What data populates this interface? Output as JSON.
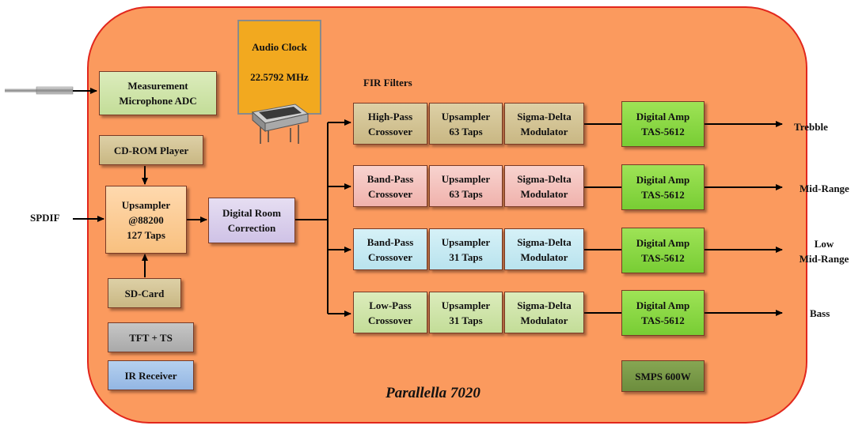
{
  "title": "Parallella 7020",
  "inputs": {
    "spdif": "SPDIF"
  },
  "clock": {
    "line1": "Audio Clock",
    "line2": "22.5792 MHz",
    "image": "crystal-oscillator"
  },
  "fir_label": "FIR Filters",
  "blocks": {
    "mic_adc": "Measurement\nMicrophone ADC",
    "cdrom": "CD-ROM Player",
    "upsampler_main": "Upsampler\n@88200\n127 Taps",
    "sdcard": "SD-Card",
    "tft": "TFT + TS",
    "ir": "IR Receiver",
    "drc": "Digital Room\nCorrection",
    "smps": "SMPS 600W"
  },
  "channels": [
    {
      "crossover": "High-Pass\nCrossover",
      "upsampler": "Upsampler\n63 Taps",
      "modulator": "Sigma-Delta\nModulator",
      "amp": "Digital Amp\nTAS-5612",
      "output": "Trebble"
    },
    {
      "crossover": "Band-Pass\nCrossover",
      "upsampler": "Upsampler\n63 Taps",
      "modulator": "Sigma-Delta\nModulator",
      "amp": "Digital Amp\nTAS-5612",
      "output": "Mid-Range"
    },
    {
      "crossover": "Band-Pass\nCrossover",
      "upsampler": "Upsampler\n31 Taps",
      "modulator": "Sigma-Delta\nModulator",
      "amp": "Digital Amp\nTAS-5612",
      "output": "Low\nMid-Range"
    },
    {
      "crossover": "Low-Pass\nCrossover",
      "upsampler": "Upsampler\n31 Taps",
      "modulator": "Sigma-Delta\nModulator",
      "amp": "Digital Amp\nTAS-5612",
      "output": "Bass"
    }
  ],
  "colors": {
    "board": "#fb9a5e",
    "board_border": "#e2261c",
    "high_pass": "#d8c99b",
    "band_pass_mid": "#f4c2bd",
    "band_pass_low": "#c7eaf2",
    "low_pass": "#cfe5a8",
    "digital_amp": "#8ad844",
    "clock": "#f2a91f"
  }
}
